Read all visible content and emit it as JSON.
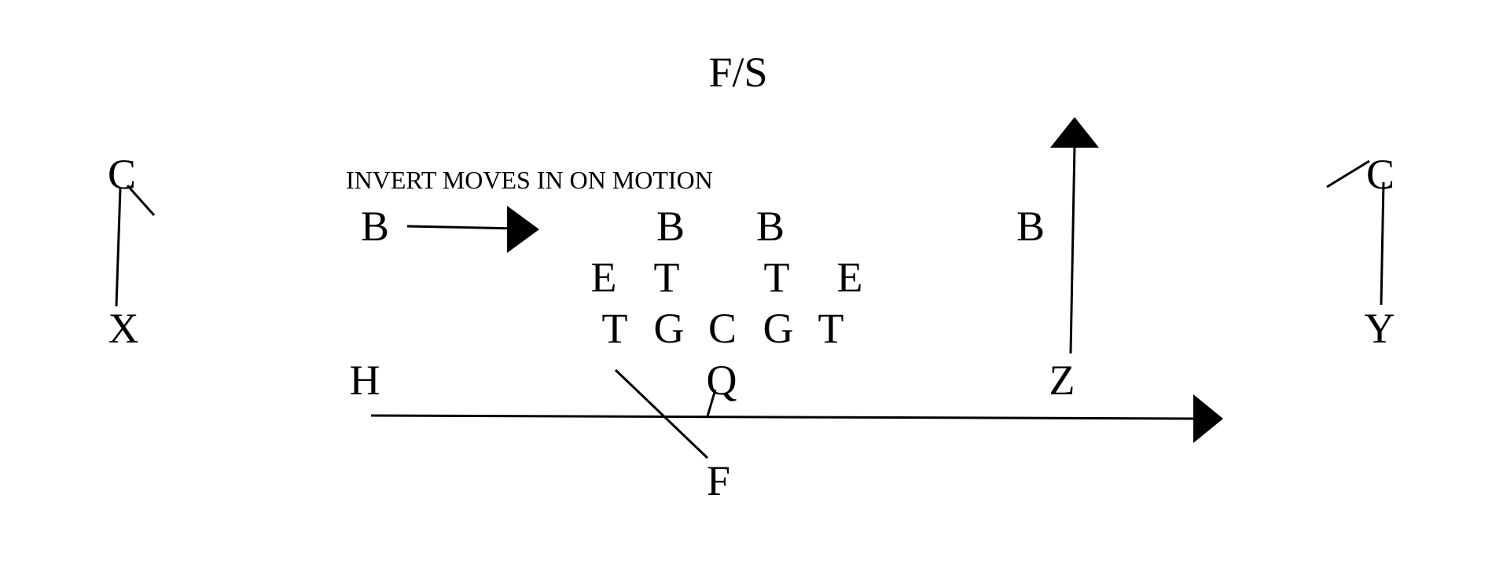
{
  "diagram": {
    "note": "INVERT MOVES IN ON MOTION",
    "defense": {
      "free_safety": "F/S",
      "corner_left": "C",
      "corner_right": "C",
      "invert_left": "B",
      "linebacker_left": "B",
      "linebacker_right": "B",
      "invert_right": "B",
      "end_left": "E",
      "tackle_left": "T",
      "tackle_right": "T",
      "end_right": "E"
    },
    "offense": {
      "x_receiver": "X",
      "y_receiver": "Y",
      "tackle_left": "T",
      "guard_left": "G",
      "center": "C",
      "guard_right": "G",
      "tackle_right": "T",
      "h_back": "H",
      "quarterback": "Q",
      "z_receiver": "Z",
      "fullback": "F"
    },
    "colors": {
      "ink": "#000000",
      "background": "#ffffff"
    }
  }
}
